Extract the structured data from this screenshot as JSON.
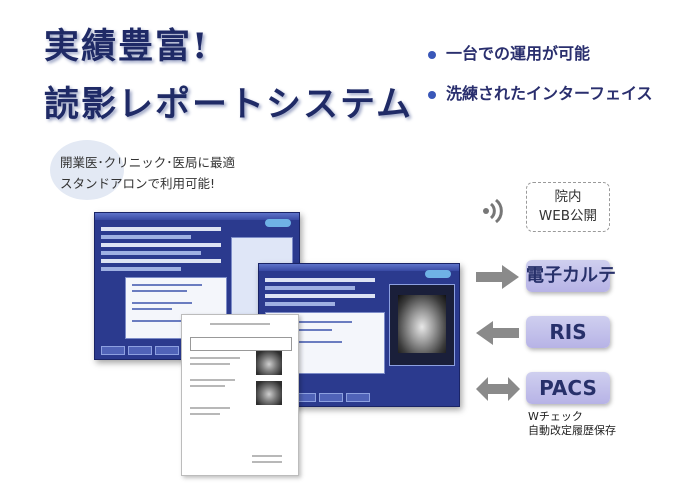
{
  "title": {
    "line1": "実績豊富!",
    "line2": "読影レポートシステム"
  },
  "features": [
    "一台での運用が可能",
    "洗練されたインターフェイス"
  ],
  "caption": {
    "line1": "開業医･クリニック･医局に最適",
    "line2": "スタンドアロンで利用可能!"
  },
  "web_box": {
    "line1": "院内",
    "line2": "WEB公開"
  },
  "systems": [
    {
      "label": "電子カルテ",
      "arrow": "right"
    },
    {
      "label": "RIS",
      "arrow": "left"
    },
    {
      "label": "PACS",
      "arrow": "both"
    }
  ],
  "pacs_note": {
    "line1": "Wチェック",
    "line2": "自動改定履歴保存"
  },
  "colors": {
    "title": "#1f2a66",
    "bullet": "#3a57b8",
    "window": "#2b3a8e",
    "button": "#b7b3e6",
    "arrow": "#8a8a8a"
  }
}
